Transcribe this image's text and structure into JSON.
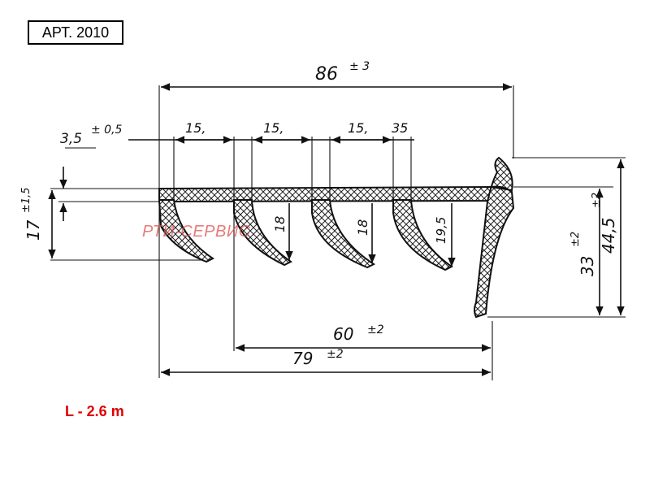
{
  "article": "АРТ. 2010",
  "length": "L - 2.6 m",
  "watermark": "РТИ-СЕРВИС",
  "colors": {
    "length_label": "#e00000",
    "watermark": "#e05050",
    "line": "#111111"
  },
  "dimensions": {
    "overall_width": "86",
    "overall_width_tol": "± 3",
    "rib_thickness": "3,5",
    "rib_thickness_tol": "± 0,5",
    "pitch_1": "15,",
    "pitch_2": "15,",
    "pitch_3": "15,",
    "pitch_4": "35",
    "left_height": "17",
    "left_height_tol": "±1,5",
    "rib_depth_1": "18",
    "rib_depth_2": "18",
    "rib_depth_3": "19,5",
    "inner_height": "33",
    "inner_height_tol": "±2",
    "total_height": "44,5",
    "total_height_tol": "±2",
    "inner_span": "60",
    "inner_span_tol": "±2",
    "base_span": "79",
    "base_span_tol": "±2"
  }
}
